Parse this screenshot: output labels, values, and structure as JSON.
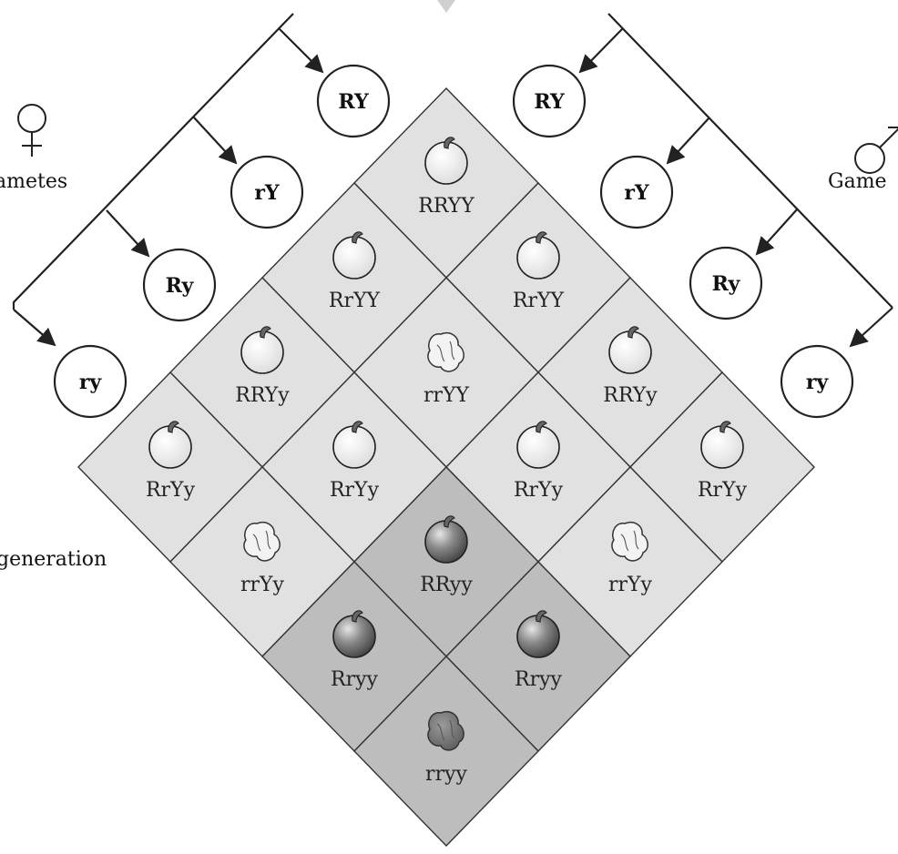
{
  "labels": {
    "female_gametes": "ametes",
    "male_gametes": "Game",
    "generation": "generation"
  },
  "symbols": {
    "female": "female-symbol-icon",
    "male": "male-symbol-icon"
  },
  "female_gametes": [
    "RY",
    "rY",
    "Ry",
    "ry"
  ],
  "male_gametes": [
    "RY",
    "rY",
    "Ry",
    "ry"
  ],
  "grid": [
    [
      "RRYY",
      "RrYY",
      "RRYy",
      "RrYy"
    ],
    [
      "RrYY",
      "rrYY",
      "RrYy",
      "rrYy"
    ],
    [
      "RRYy",
      "RrYy",
      "RRyy",
      "Rryy"
    ],
    [
      "RrYy",
      "rrYy",
      "Rryy",
      "rryy"
    ]
  ],
  "colors": {
    "light_cell": "#e1e1e1",
    "dark_cell": "#bdbdbd",
    "line": "#333333",
    "yellow_seed": "#f4f4f4",
    "green_seed": "#777777"
  }
}
